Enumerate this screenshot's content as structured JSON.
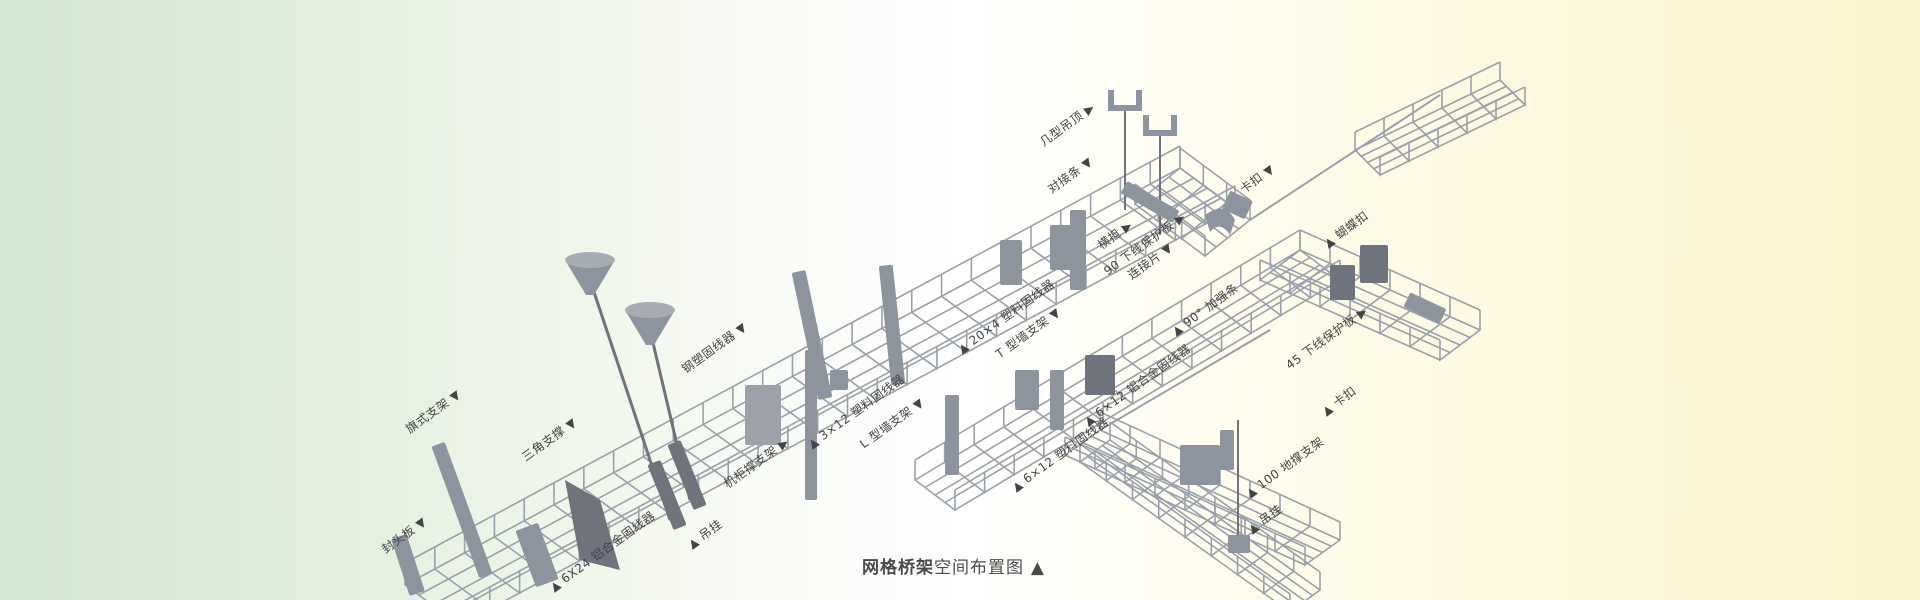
{
  "caption": {
    "title_bold": "网格桥架",
    "title_rest": "空间布置图",
    "marker": "▲"
  },
  "labels": {
    "end_plate": "封头板 ▼",
    "flag_bracket": "旗式支架 ▼",
    "triangle_brace": "三角支撑 ▼",
    "alloy_clamp_6x24": "▲ 6X24 铝合金固线器",
    "hanger_left": "▲ 吊挂",
    "steel_plastic_clamp": "钢塑固线器 ▼",
    "cabinet_bracket": "机柜撑支架 ▶",
    "plastic_clamp_3x12": "▲ 3×12 塑料固线器",
    "l_wall_bracket": "L 型墙支架 ▼",
    "omega_ceiling": "几型吊顶 ▶",
    "butt_strip": "对接条 ▼",
    "crossbar": "横担 ▶",
    "drop_guard_90": "90 下线保护板 ▶",
    "connector_piece": "连接片 ▼",
    "clip_top": "卡扣 ▼",
    "butterfly_clip": "▲ 蝴蝶扣",
    "plastic_clamp_20x4": "▲ 20×4 塑料固线器",
    "t_wall_bracket": "T 型墙支架 ▼",
    "reinforce_90": "▲ 90° 加强条",
    "drop_guard_45": "45 下线保护板 ▶",
    "alloy_clamp_6x12": "▲ 6×12 铝合金固线器",
    "clip_right": "▲ 卡扣",
    "plastic_clamp_6x12": "▲ 6×12 塑料固线器",
    "floor_bracket_100": "▲ 100 地撑支架",
    "hanger_right": "▲ 吊挂"
  },
  "colors": {
    "mesh": "#9aa1aa",
    "metal": "#8e949d",
    "metal_dark": "#6f747c"
  }
}
